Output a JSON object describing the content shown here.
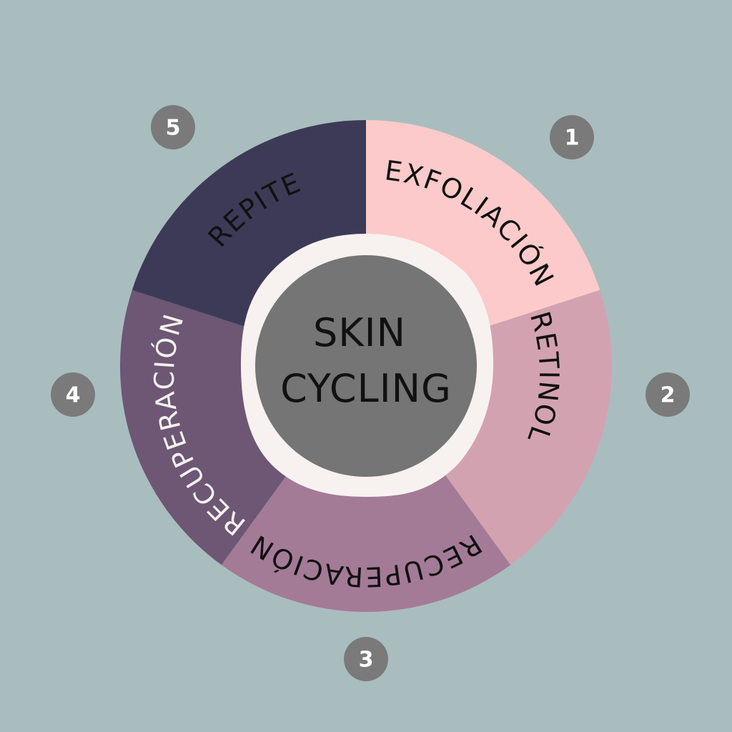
{
  "center": {
    "line1": "SKIN",
    "line2": "CYCLING"
  },
  "steps": [
    {
      "number": "1",
      "label": "EXFOLIACIÓN",
      "color": "#fccaca",
      "text_color": "#111111"
    },
    {
      "number": "2",
      "label": "RETINOL",
      "color": "#d3a2b0",
      "text_color": "#111111"
    },
    {
      "number": "3",
      "label": "RECUPERACIÓN",
      "color": "#a37b97",
      "text_color": "#111111"
    },
    {
      "number": "4",
      "label": "RECUPERACIÓN",
      "color": "#6d5774",
      "text_color": "#f4f1ee"
    },
    {
      "number": "5",
      "label": "REPITE",
      "color": "#3d3a58",
      "text_color": "#111111"
    }
  ],
  "colors": {
    "background": "#a9bdbe",
    "center_ring": "#f7f2ef",
    "center_disc": "#757575",
    "badge": "#7a7a7a"
  }
}
